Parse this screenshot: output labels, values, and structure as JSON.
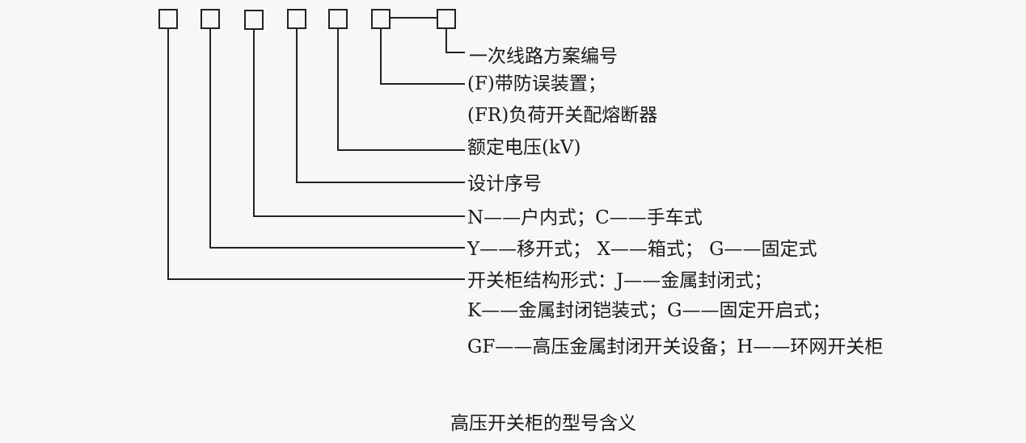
{
  "diagram": {
    "code_boxes": 7,
    "labels": [
      "一次线路方案编号",
      "(F)带防误装置；",
      "(FR)负荷开关配熔断器",
      "额定电压(kV)",
      "设计序号",
      "N——户内式；C——手车式",
      "Y——移开式； X——箱式； G——固定式",
      "开关柜结构形式：J——金属封闭式；",
      "K——金属封闭铠装式；G——固定开启式；",
      "GF——高压金属封闭开关设备；H——环网开关柜"
    ],
    "caption": "高压开关柜的型号含义"
  }
}
